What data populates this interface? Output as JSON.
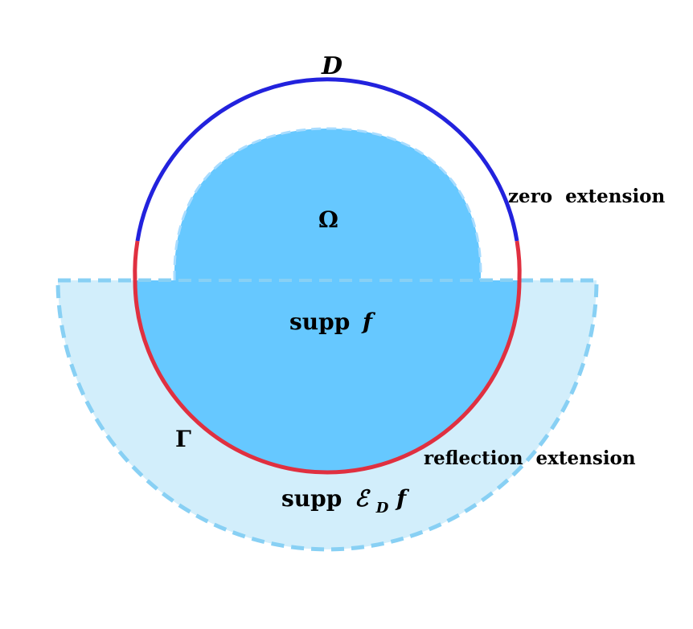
{
  "diagram": {
    "labels": {
      "D": "D",
      "omega": "Ω",
      "supp_f_prefix": "supp",
      "supp_f_symbol": "f",
      "gamma": "Γ",
      "supp_E_prefix": "supp",
      "supp_E_symbol": "ℰ",
      "supp_E_subscript": "D",
      "supp_E_suffix": "f",
      "zero_extension": "zero  extension",
      "reflection_extension": "reflection  extension"
    },
    "colors": {
      "outer_circle_upper": "#2222dd",
      "outer_circle_lower": "#e03040",
      "omega_fill": "#66c8ff",
      "omega_dash": "#a8dcff",
      "extension_fill": "#d2eefb",
      "extension_dash": "#88d0f4",
      "text": "#000000"
    }
  }
}
